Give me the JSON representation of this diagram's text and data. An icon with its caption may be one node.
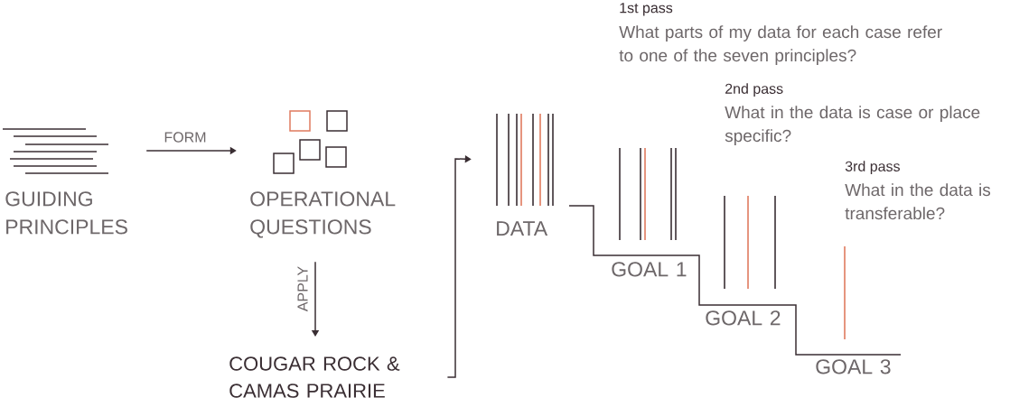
{
  "diagram": {
    "nodes": [
      {
        "text": [
          "GUIDING PRINCIPLES"
        ]
      },
      {
        "text": [
          "OPERATIONAL QUESTIONS"
        ]
      },
      {
        "text": [
          "COUGAR ROCK & CAMAS PRAIRIE"
        ]
      },
      {
        "text": [
          "DATA"
        ]
      },
      {
        "text": [
          "GOAL 1"
        ]
      },
      {
        "text": [
          "GOAL 2"
        ]
      },
      {
        "text": [
          "GOAL 3"
        ]
      }
    ],
    "edges": [
      {
        "from": 0,
        "to": 1,
        "arrow": "to",
        "label": "FORM"
      },
      {
        "from": 1,
        "to": 2,
        "arrow": "to",
        "label": "APPLY"
      },
      {
        "from": 2,
        "to": 3,
        "arrow": "to"
      }
    ],
    "labels": [
      "1st pass",
      "What parts of my data for each case refer to one of the seven principles?",
      "2nd pass",
      "What in the data is case or place specific?",
      "3rd pass",
      "What in the data is transferable?"
    ]
  }
}
